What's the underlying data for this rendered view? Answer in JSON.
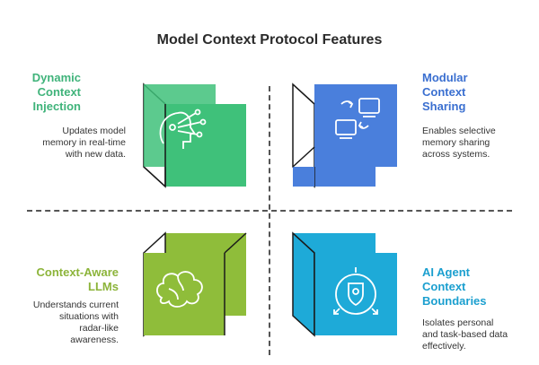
{
  "title": "Model Context Protocol Features",
  "quadrants": [
    {
      "heading": [
        "Dynamic",
        "Context",
        "Injection"
      ],
      "description": [
        "Updates model",
        "memory in real-time",
        "with new data."
      ],
      "color": "#3fc17a",
      "icon": "brain-network-icon"
    },
    {
      "heading": [
        "Modular",
        "Context",
        "Sharing"
      ],
      "description": [
        "Enables selective",
        "memory sharing",
        "across systems."
      ],
      "color": "#4a7fdc",
      "icon": "computers-exchange-icon"
    },
    {
      "heading": [
        "Context-Aware",
        "LLMs"
      ],
      "description": [
        "Understands current",
        "situations with",
        "radar-like",
        "awareness."
      ],
      "color": "#8fbd3a",
      "icon": "brain-icon"
    },
    {
      "heading": [
        "AI Agent",
        "Context",
        "Boundaries"
      ],
      "description": [
        "Isolates personal",
        "and task-based data",
        "effectively."
      ],
      "color": "#1eaad8",
      "icon": "shield-arrows-icon"
    }
  ]
}
